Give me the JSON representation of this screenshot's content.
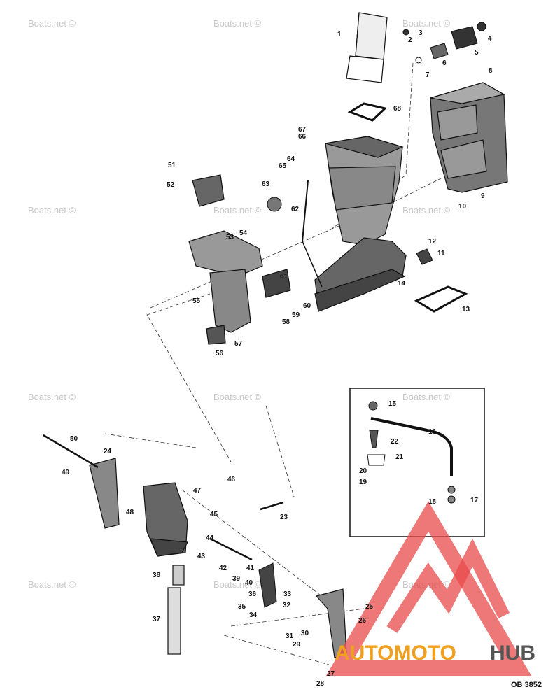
{
  "watermark": "Boats.net ©",
  "diagram_code": "OB 3852",
  "brand": {
    "part1": "AUTOMOTO",
    "part2": "HUB",
    "color_orange": "#f0a020",
    "color_gray": "#555555",
    "logo_color": "#e84a4a"
  },
  "part_numbers": [
    "1",
    "2",
    "3",
    "4",
    "5",
    "6",
    "7",
    "8",
    "9",
    "10",
    "11",
    "12",
    "13",
    "14",
    "15",
    "16",
    "17",
    "18",
    "19",
    "20",
    "21",
    "22",
    "23",
    "24",
    "25",
    "26",
    "27",
    "28",
    "29",
    "30",
    "31",
    "32",
    "33",
    "34",
    "35",
    "36",
    "37",
    "38",
    "39",
    "40",
    "41",
    "42",
    "43",
    "44",
    "45",
    "46",
    "47",
    "48",
    "49",
    "50",
    "51",
    "52",
    "53",
    "54",
    "55",
    "56",
    "57",
    "58",
    "59",
    "60",
    "61",
    "62",
    "63",
    "64",
    "65",
    "66",
    "67",
    "68"
  ]
}
